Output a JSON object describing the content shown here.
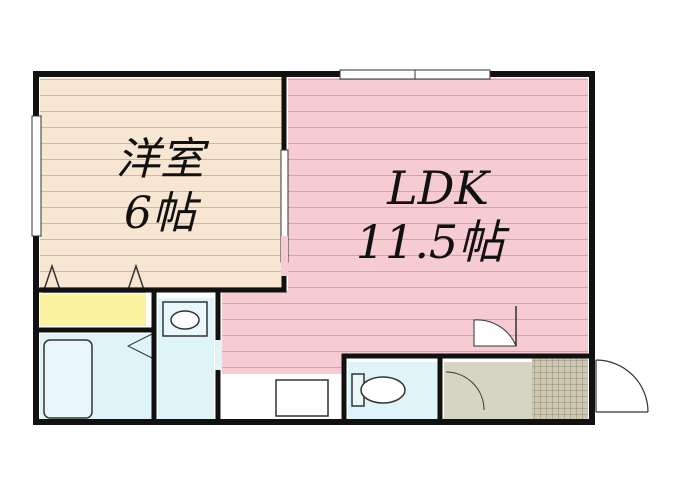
{
  "rooms": {
    "western": {
      "name": "洋室",
      "size": "6帖",
      "color": "#f7e7d2"
    },
    "ldk": {
      "name": "LDK",
      "size": "11.5帖",
      "color": "#f6ccd2"
    }
  },
  "colors": {
    "wall": "#111111",
    "wet_area": "#dff4f8",
    "closet": "#fbf3a0",
    "entry_floor": "#d6d4c3",
    "shoe_cabinet": "#cfc8b0",
    "stripe": "#b8a6a0"
  }
}
